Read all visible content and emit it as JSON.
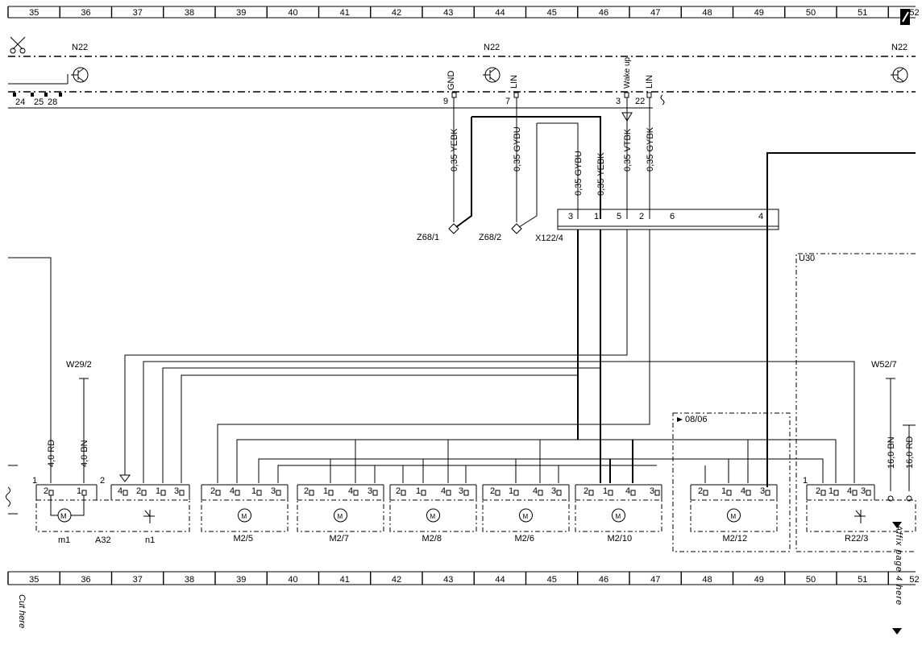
{
  "ruler": {
    "numbers": [
      "35",
      "36",
      "37",
      "38",
      "39",
      "40",
      "41",
      "42",
      "43",
      "44",
      "45",
      "46",
      "47",
      "48",
      "49",
      "50",
      "51",
      "52"
    ]
  },
  "labels": {
    "n22_a": "N22",
    "n22_b": "N22",
    "n22_c": "N22",
    "pin_gnd": "GND",
    "pin_lin1": "LIN",
    "pin_wake": "Wake up",
    "pin_lin2": "LIN",
    "pn_9": "9",
    "pn_7": "7",
    "pn_3": "3",
    "pn_22": "22",
    "pn_24": "24",
    "pn_25": "25",
    "pn_28": "28",
    "w_yebk1": "0,35 YEBK",
    "w_gybu1": "0,35 GYBU",
    "w_gybu2": "0,35 GYBU",
    "w_yebk2": "0,35 YEBK",
    "w_vtbk": "0,35 VTBK",
    "w_gybk": "0,35 GYBK",
    "z68_1": "Z68/1",
    "z68_2": "Z68/2",
    "x122_4": "X122/4",
    "x_p3": "3",
    "x_p1": "1",
    "x_p5": "5",
    "x_p2": "2",
    "x_p6": "6",
    "x_p4": "4",
    "u30": "U30",
    "w29_2": "W29/2",
    "w52_7": "W52/7",
    "w_40rd": "4,0 RD",
    "w_40bn": "4,0 BN",
    "w_16bn": "16,0 BN",
    "w_16rd": "16,0 RD",
    "a32_p1": "1",
    "a32_p2": "2",
    "m1": "m1",
    "a32": "A32",
    "n1": "n1",
    "m2_5": "M2/5",
    "m2_7": "M2/7",
    "m2_8": "M2/8",
    "m2_6": "M2/6",
    "m2_10": "M2/10",
    "m2_12": "M2/12",
    "r22_3": "R22/3",
    "r22_p1": "1",
    "date_0806": "08/06",
    "affix": "Affix page 4 here",
    "cut": "Cut here"
  },
  "pins": {
    "m1": [
      "2",
      "1"
    ],
    "n1": [
      "4",
      "2",
      "1",
      "3"
    ],
    "m2_5": [
      "2",
      "4",
      "1",
      "3"
    ],
    "m2_7": [
      "2",
      "1",
      "4",
      "3"
    ],
    "m2_8": [
      "2",
      "1",
      "4",
      "3"
    ],
    "m2_6": [
      "2",
      "1",
      "4",
      "3"
    ],
    "m2_10": [
      "2",
      "1",
      "4",
      "3"
    ],
    "m2_12": [
      "2",
      "1",
      "4",
      "3"
    ],
    "r22_3": [
      "2",
      "1",
      "4",
      "3"
    ]
  }
}
